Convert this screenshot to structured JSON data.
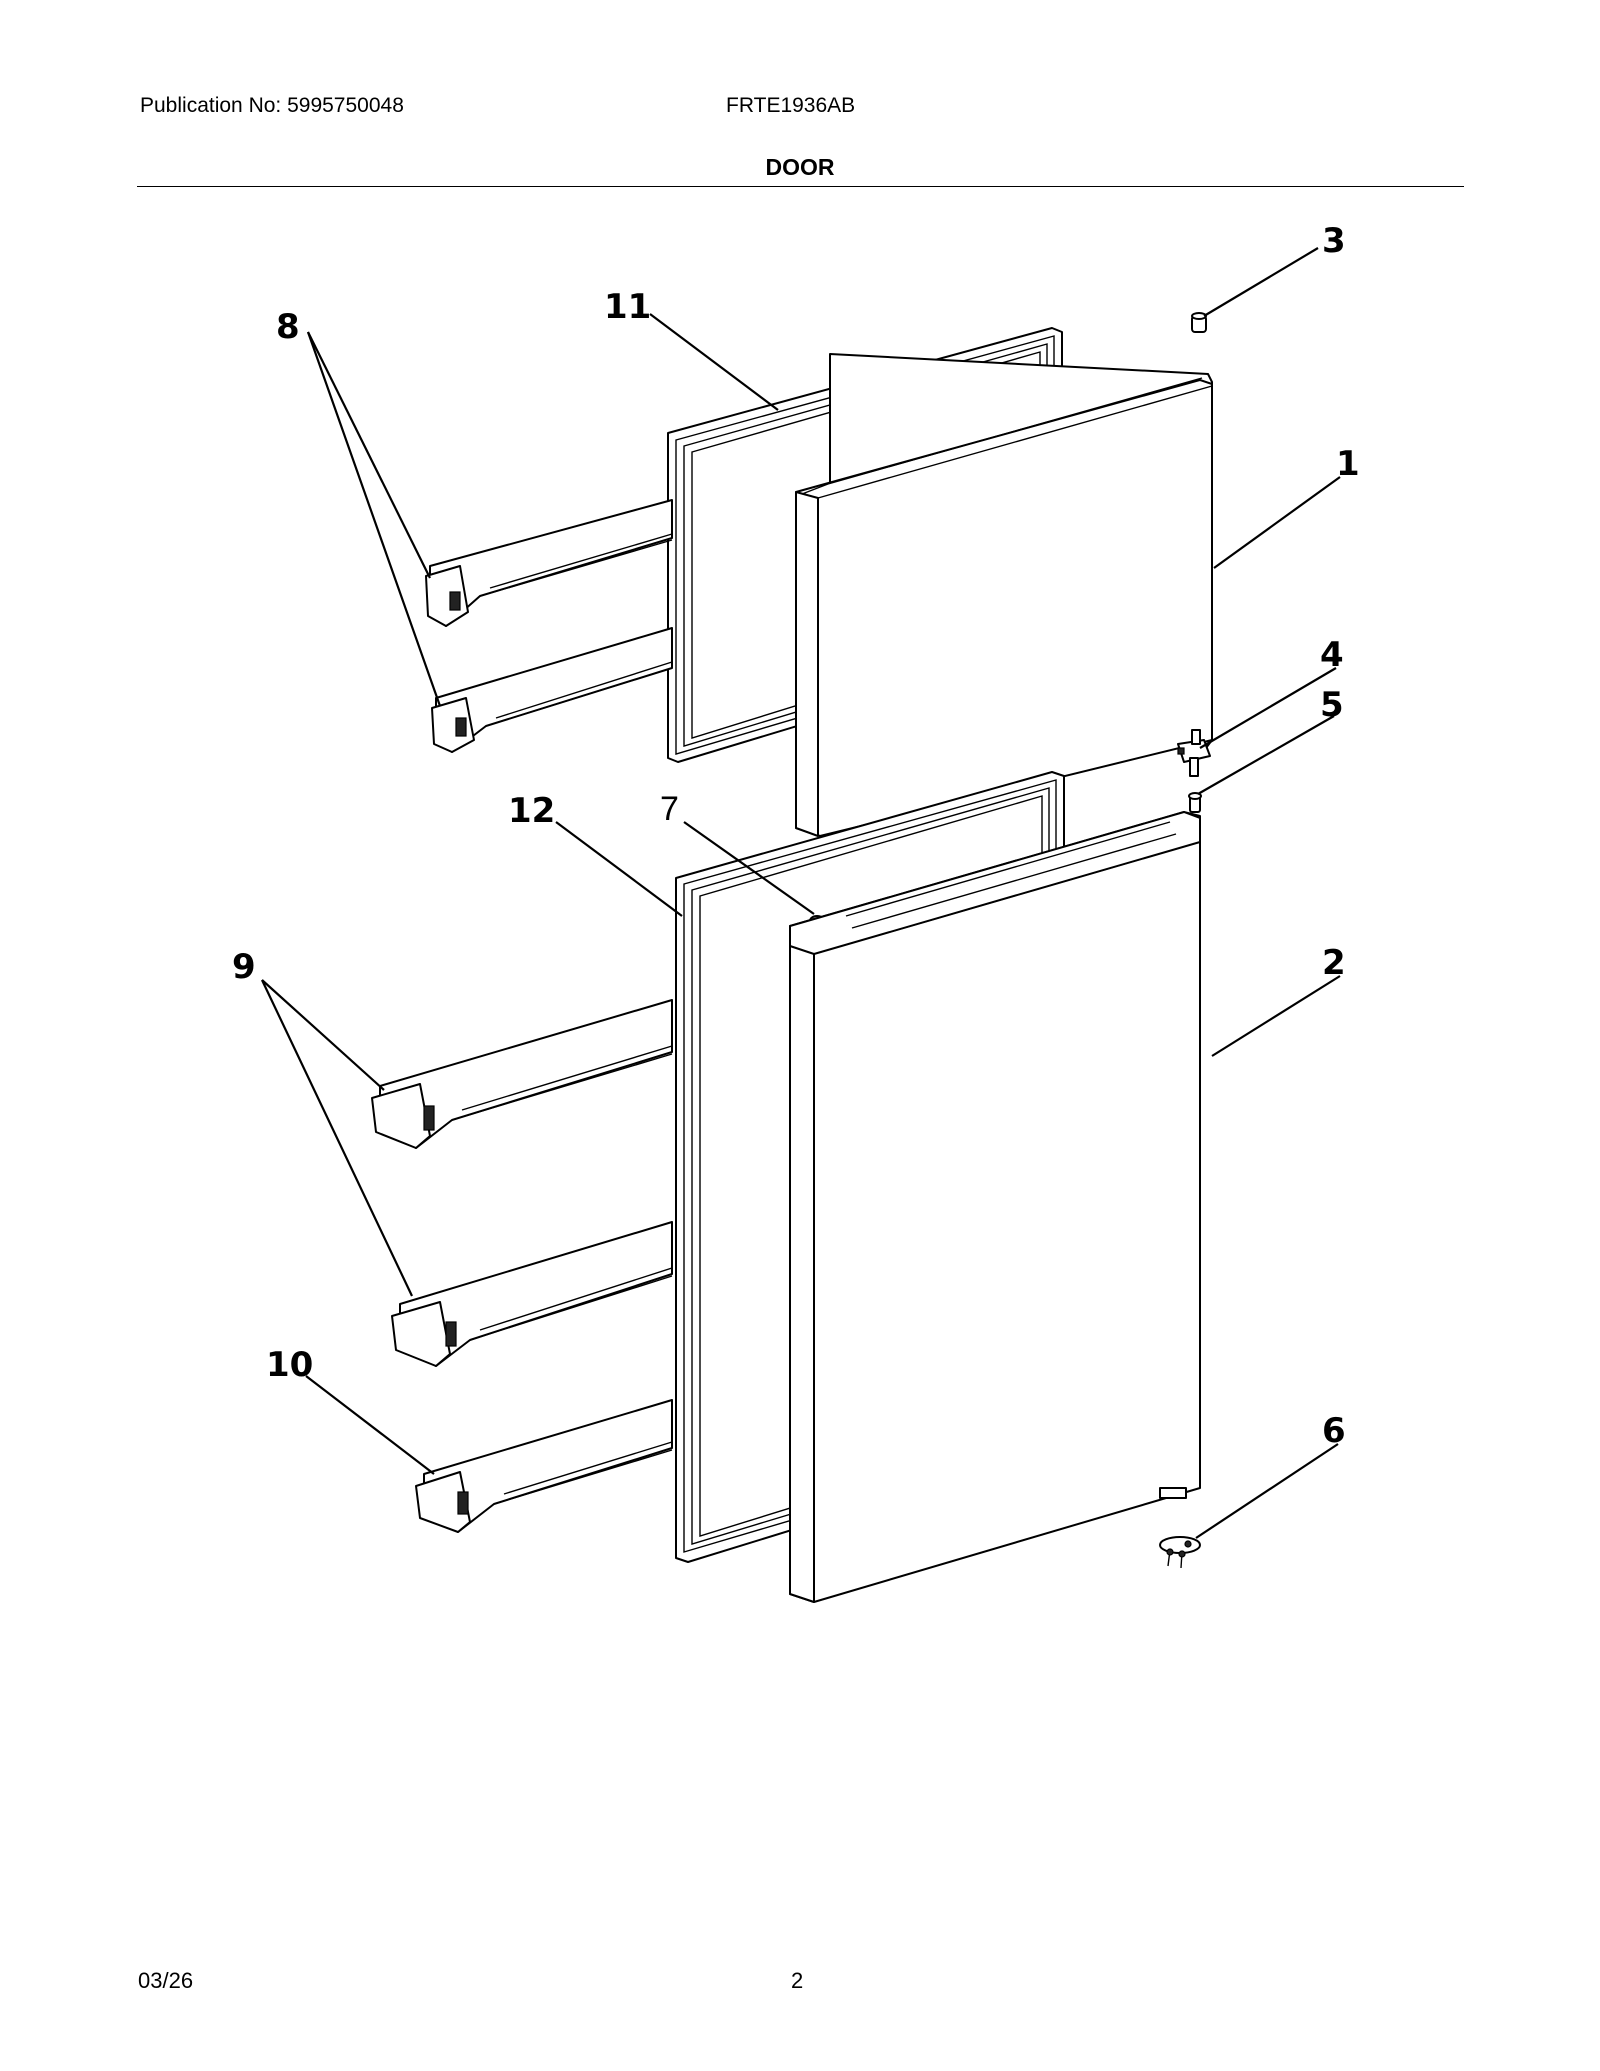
{
  "header": {
    "publication": "Publication No: 5995750048",
    "model": "FRTE1936AB",
    "section_title": "DOOR"
  },
  "footer": {
    "date": "03/26",
    "page_number": "2"
  },
  "callouts": [
    {
      "id": "3",
      "label": "3"
    },
    {
      "id": "11",
      "label": "11"
    },
    {
      "id": "1",
      "label": "1"
    },
    {
      "id": "8",
      "label": "8"
    },
    {
      "id": "4",
      "label": "4"
    },
    {
      "id": "5",
      "label": "5"
    },
    {
      "id": "12",
      "label": "12"
    },
    {
      "id": "7",
      "label": "7"
    },
    {
      "id": "9",
      "label": "9"
    },
    {
      "id": "2",
      "label": "2"
    },
    {
      "id": "10",
      "label": "10"
    },
    {
      "id": "6",
      "label": "6"
    }
  ]
}
